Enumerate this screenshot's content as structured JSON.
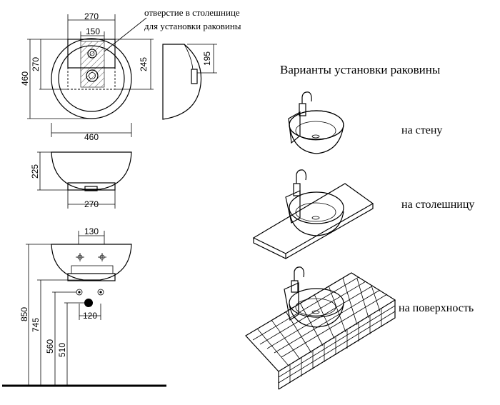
{
  "note": {
    "line1": "отверстие в столешнице",
    "line2": "для установки раковины"
  },
  "title": "Варианты установки раковины",
  "options": [
    {
      "label": "на стену"
    },
    {
      "label": "на столешницу"
    },
    {
      "label": "на поверхность"
    }
  ],
  "dimensions": {
    "top_width": "270",
    "hole_width": "150",
    "left_total": "460",
    "left_inner": "270",
    "right_inner": "245",
    "bottom_width": "460",
    "side_height": "195",
    "front_height": "225",
    "front_base": "270",
    "install_top": "130",
    "h_850": "850",
    "h_745": "745",
    "h_560": "560",
    "h_510": "510",
    "install_bottom": "120"
  },
  "colors": {
    "line": "#000000",
    "background": "#ffffff"
  }
}
